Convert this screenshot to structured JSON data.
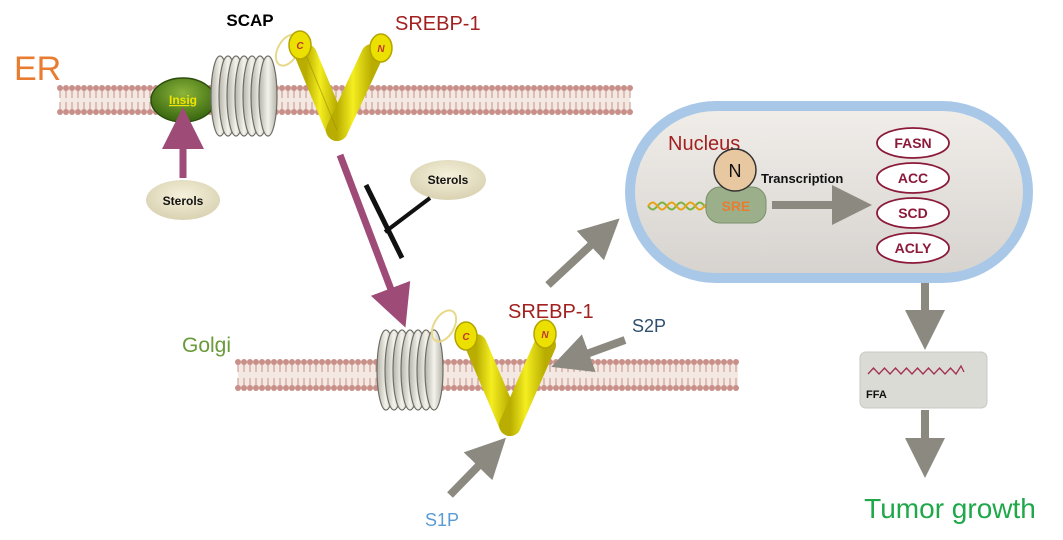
{
  "labels": {
    "er": "ER",
    "scap": "SCAP",
    "srebp1_top": "SREBP-1",
    "insig": "Insig",
    "sterols_left": "Sterols",
    "sterols_right": "Sterols",
    "golgi": "Golgi",
    "srebp1_golgi": "SREBP-1",
    "s2p": "S2P",
    "s1p": "S1P",
    "nucleus": "Nucleus",
    "n": "N",
    "sre": "SRE",
    "transcription": "Transcription",
    "c_terminal": "C",
    "n_terminal": "N",
    "ffa": "FFA",
    "tumor_growth": "Tumor growth"
  },
  "target_genes": [
    "FASN",
    "ACC",
    "SCD",
    "ACLY"
  ],
  "colors": {
    "er_label": "#e87d32",
    "golgi_label": "#6a9a3a",
    "srebp_label": "#a32020",
    "s2p_label": "#2e4f6f",
    "s1p_label": "#5b9bd5",
    "tumor_label": "#1fa84a",
    "gene_text": "#8b1a3a",
    "transport_arrow": "#9e4b78",
    "gray_arrow": "#8c8a80",
    "nucleus_border": "#a9c8e8",
    "srebp_body": "#e6e000"
  }
}
